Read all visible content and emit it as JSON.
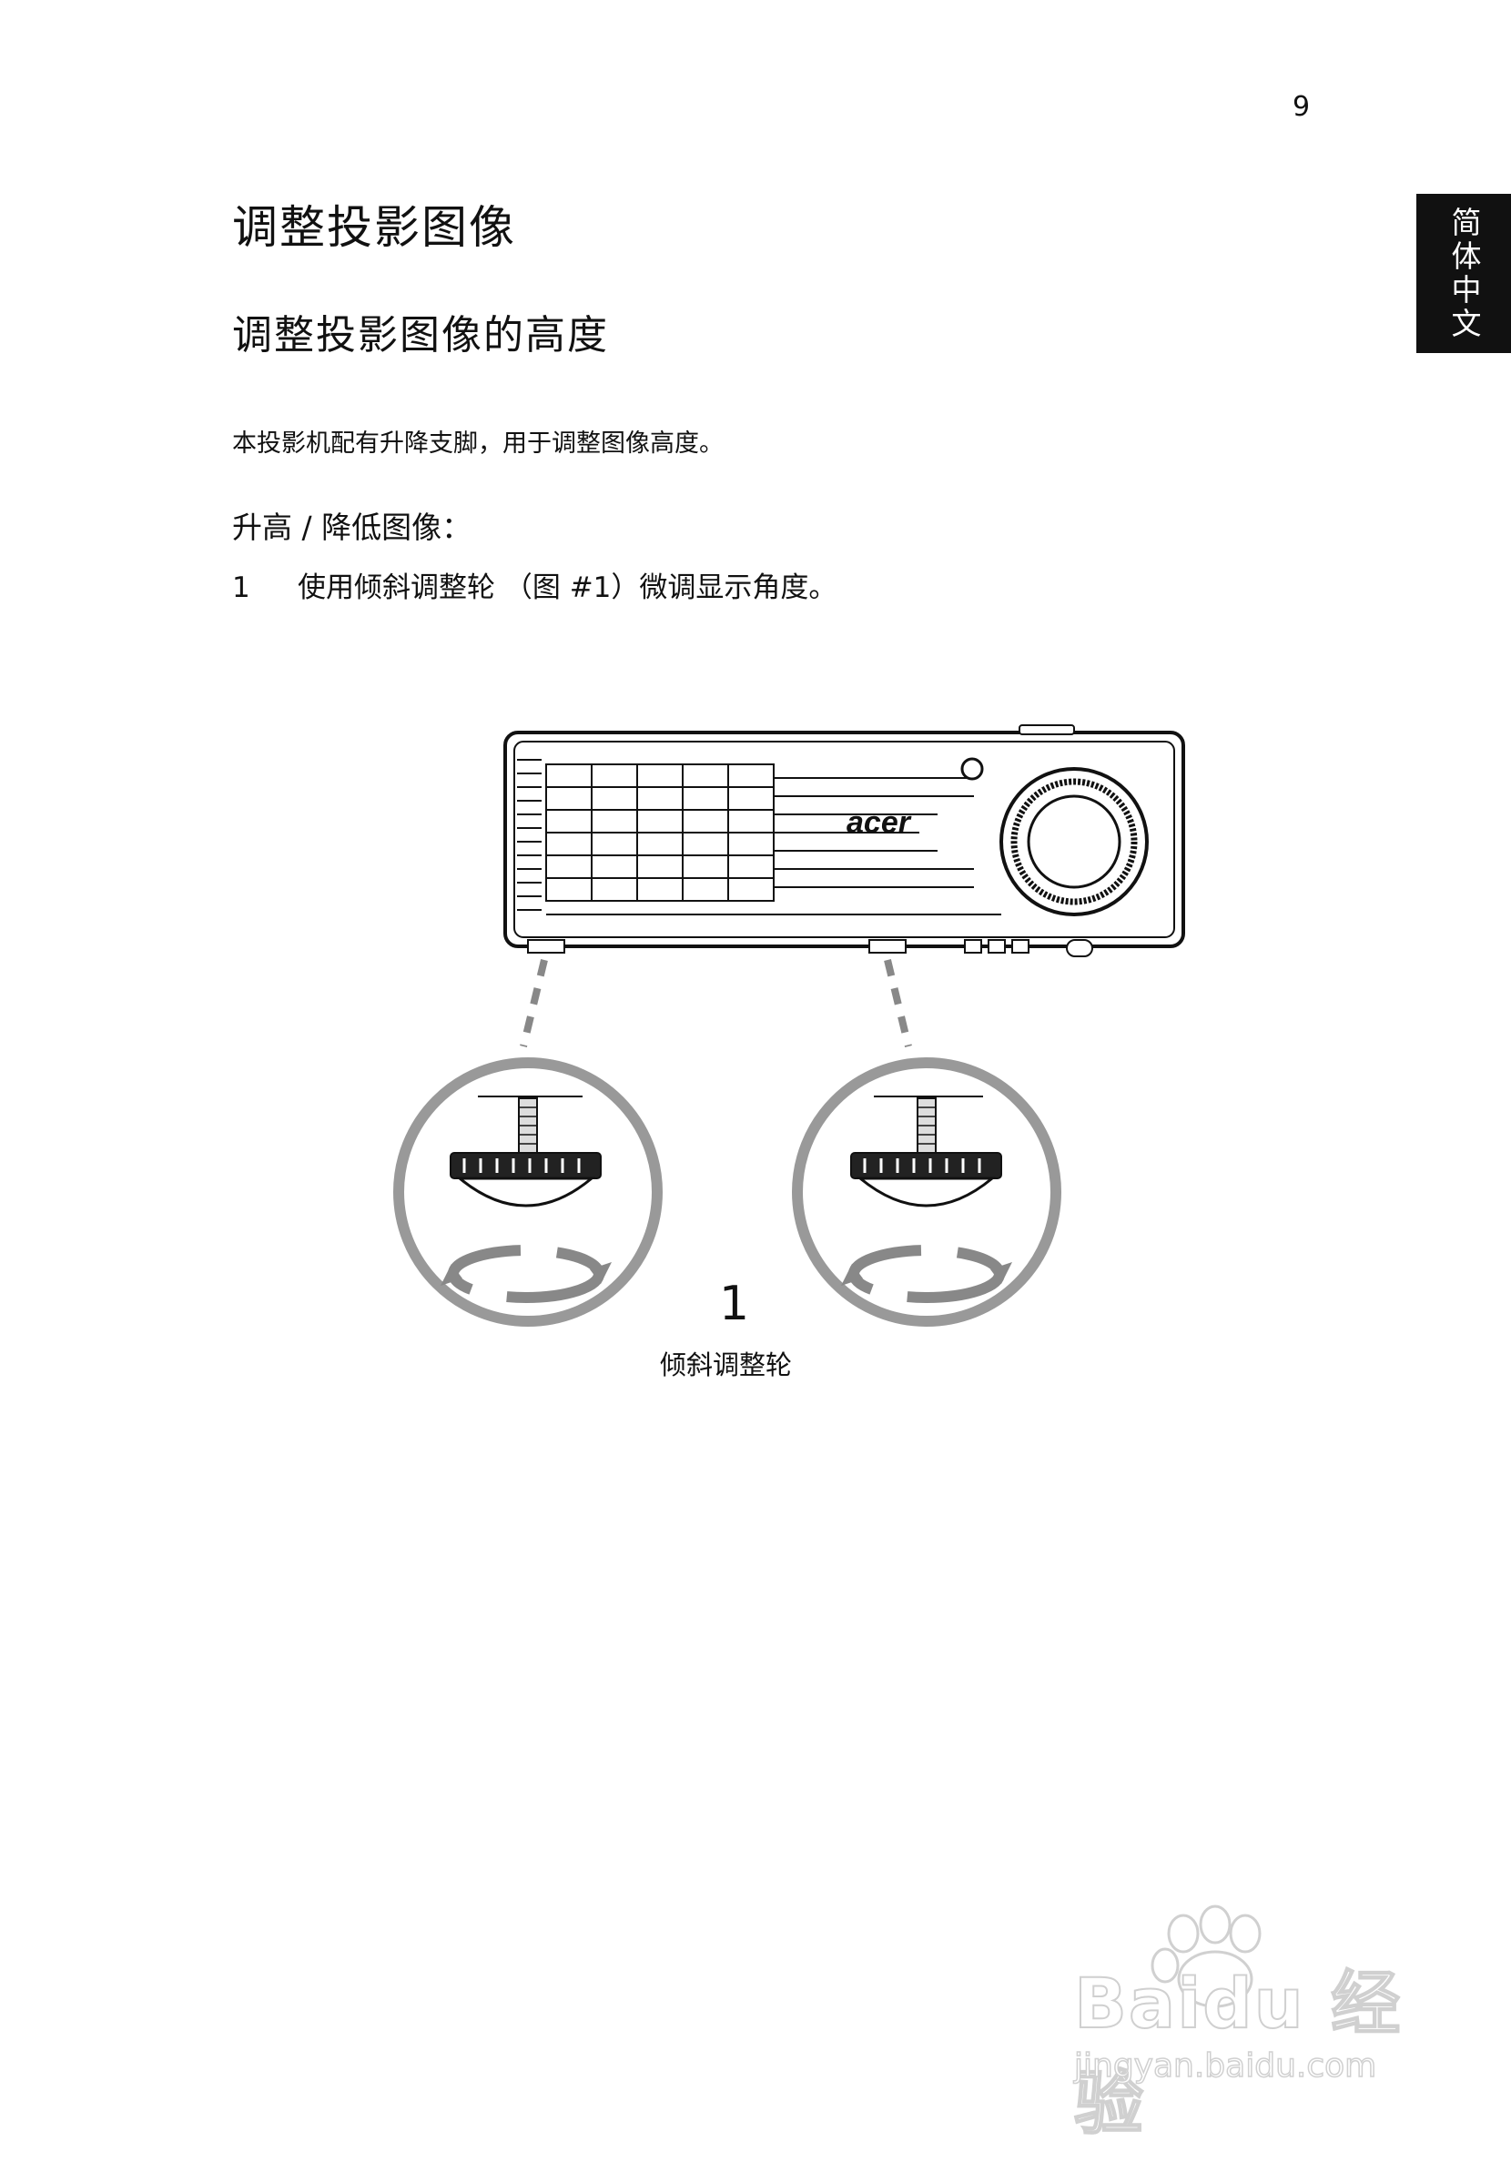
{
  "page_number": "9",
  "language_tab": "简体中文",
  "title": "调整投影图像",
  "subtitle": "调整投影图像的高度",
  "intro": "本投影机配有升降支脚，用于调整图像高度。",
  "procedure_heading": "升高 / 降低图像：",
  "steps": [
    {
      "number": "1",
      "text": "使用倾斜调整轮 （图 #1）微调显示角度。"
    }
  ],
  "figure": {
    "brand_logo": "acer",
    "callout_number": "1",
    "callout_label": "倾斜调整轮"
  },
  "watermark": {
    "logo_text": "Baidu 经验",
    "url": "jingyan.baidu.com"
  }
}
